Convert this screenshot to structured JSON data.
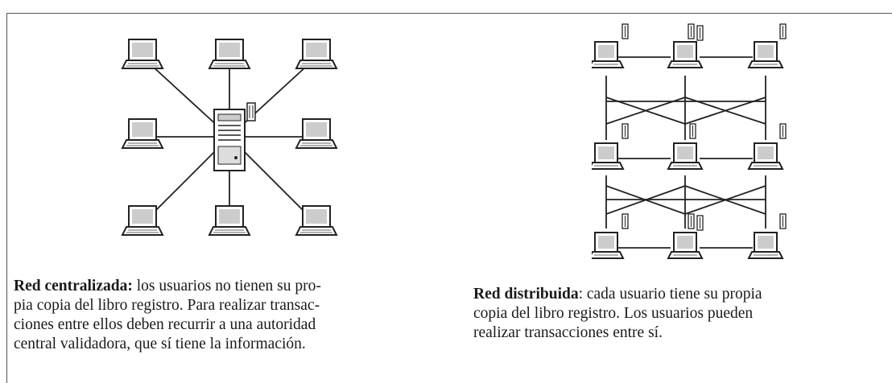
{
  "centralized": {
    "title": "Red centralizada:",
    "lines": [
      "los usuarios no tienen su pro-",
      "pia copia del libro registro. Para realizar transac-",
      "ciones entre ellos deben recurrir a una autoridad",
      "central validadora, que sí tiene la información."
    ]
  },
  "distributed": {
    "title": "Red distribuida",
    "lines": [
      ": cada usuario tiene su propia",
      "copia del libro registro. Los usuarios pueden",
      "realizar transacciones entre sí."
    ]
  },
  "colors": {
    "ink": "#222222",
    "screen": "#cccccc"
  },
  "icons": [
    "laptop-icon",
    "server-icon",
    "ledger-book-icon"
  ]
}
